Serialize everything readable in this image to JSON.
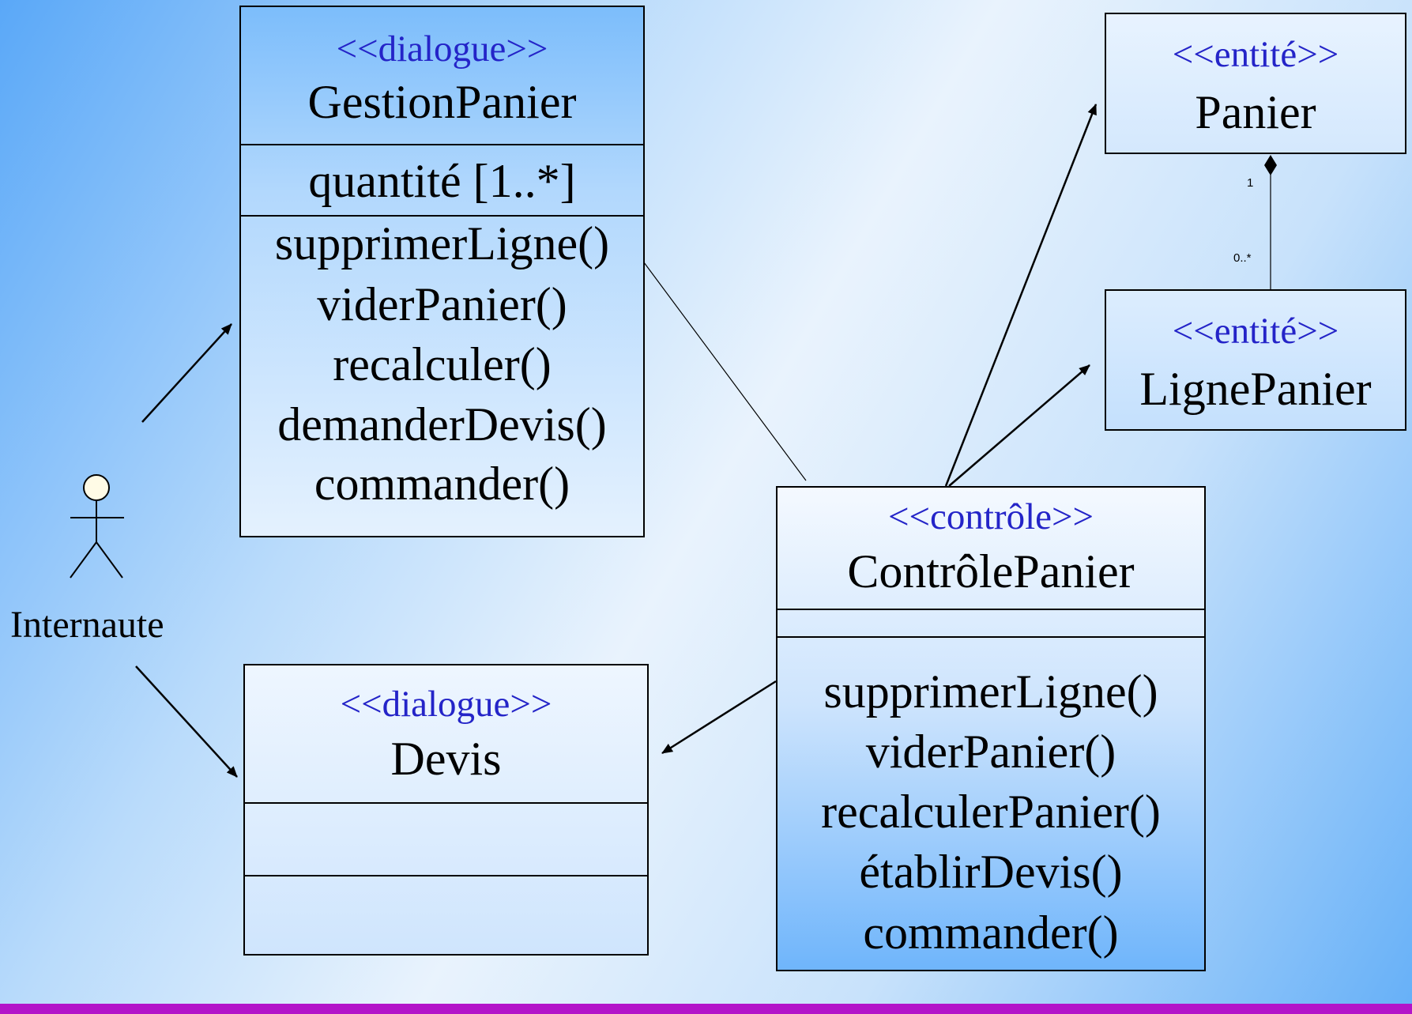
{
  "classes": {
    "gestion_panier": {
      "stereotype": "<<dialogue>>",
      "name": "GestionPanier",
      "attributes": [
        "quantité [1..*]"
      ],
      "operations": [
        "supprimerLigne()",
        "viderPanier()",
        "recalculer()",
        "demanderDevis()",
        "commander()"
      ]
    },
    "devis": {
      "stereotype": "<<dialogue>>",
      "name": "Devis"
    },
    "controle_panier": {
      "stereotype": "<<contrôle>>",
      "name": "ContrôlePanier",
      "operations": [
        "supprimerLigne()",
        "viderPanier()",
        "recalculerPanier()",
        "établirDevis()",
        "commander()"
      ]
    },
    "panier": {
      "stereotype": "<<entité>>",
      "name": "Panier"
    },
    "ligne_panier": {
      "stereotype": "<<entité>>",
      "name": "LignePanier"
    }
  },
  "actor": {
    "name": "Internaute"
  },
  "composition": {
    "panier_multiplicity": "1",
    "ligne_multiplicity": "0..*"
  },
  "colors": {
    "stereotype": "#2424c8",
    "bottom_bar": "#b314c9"
  }
}
